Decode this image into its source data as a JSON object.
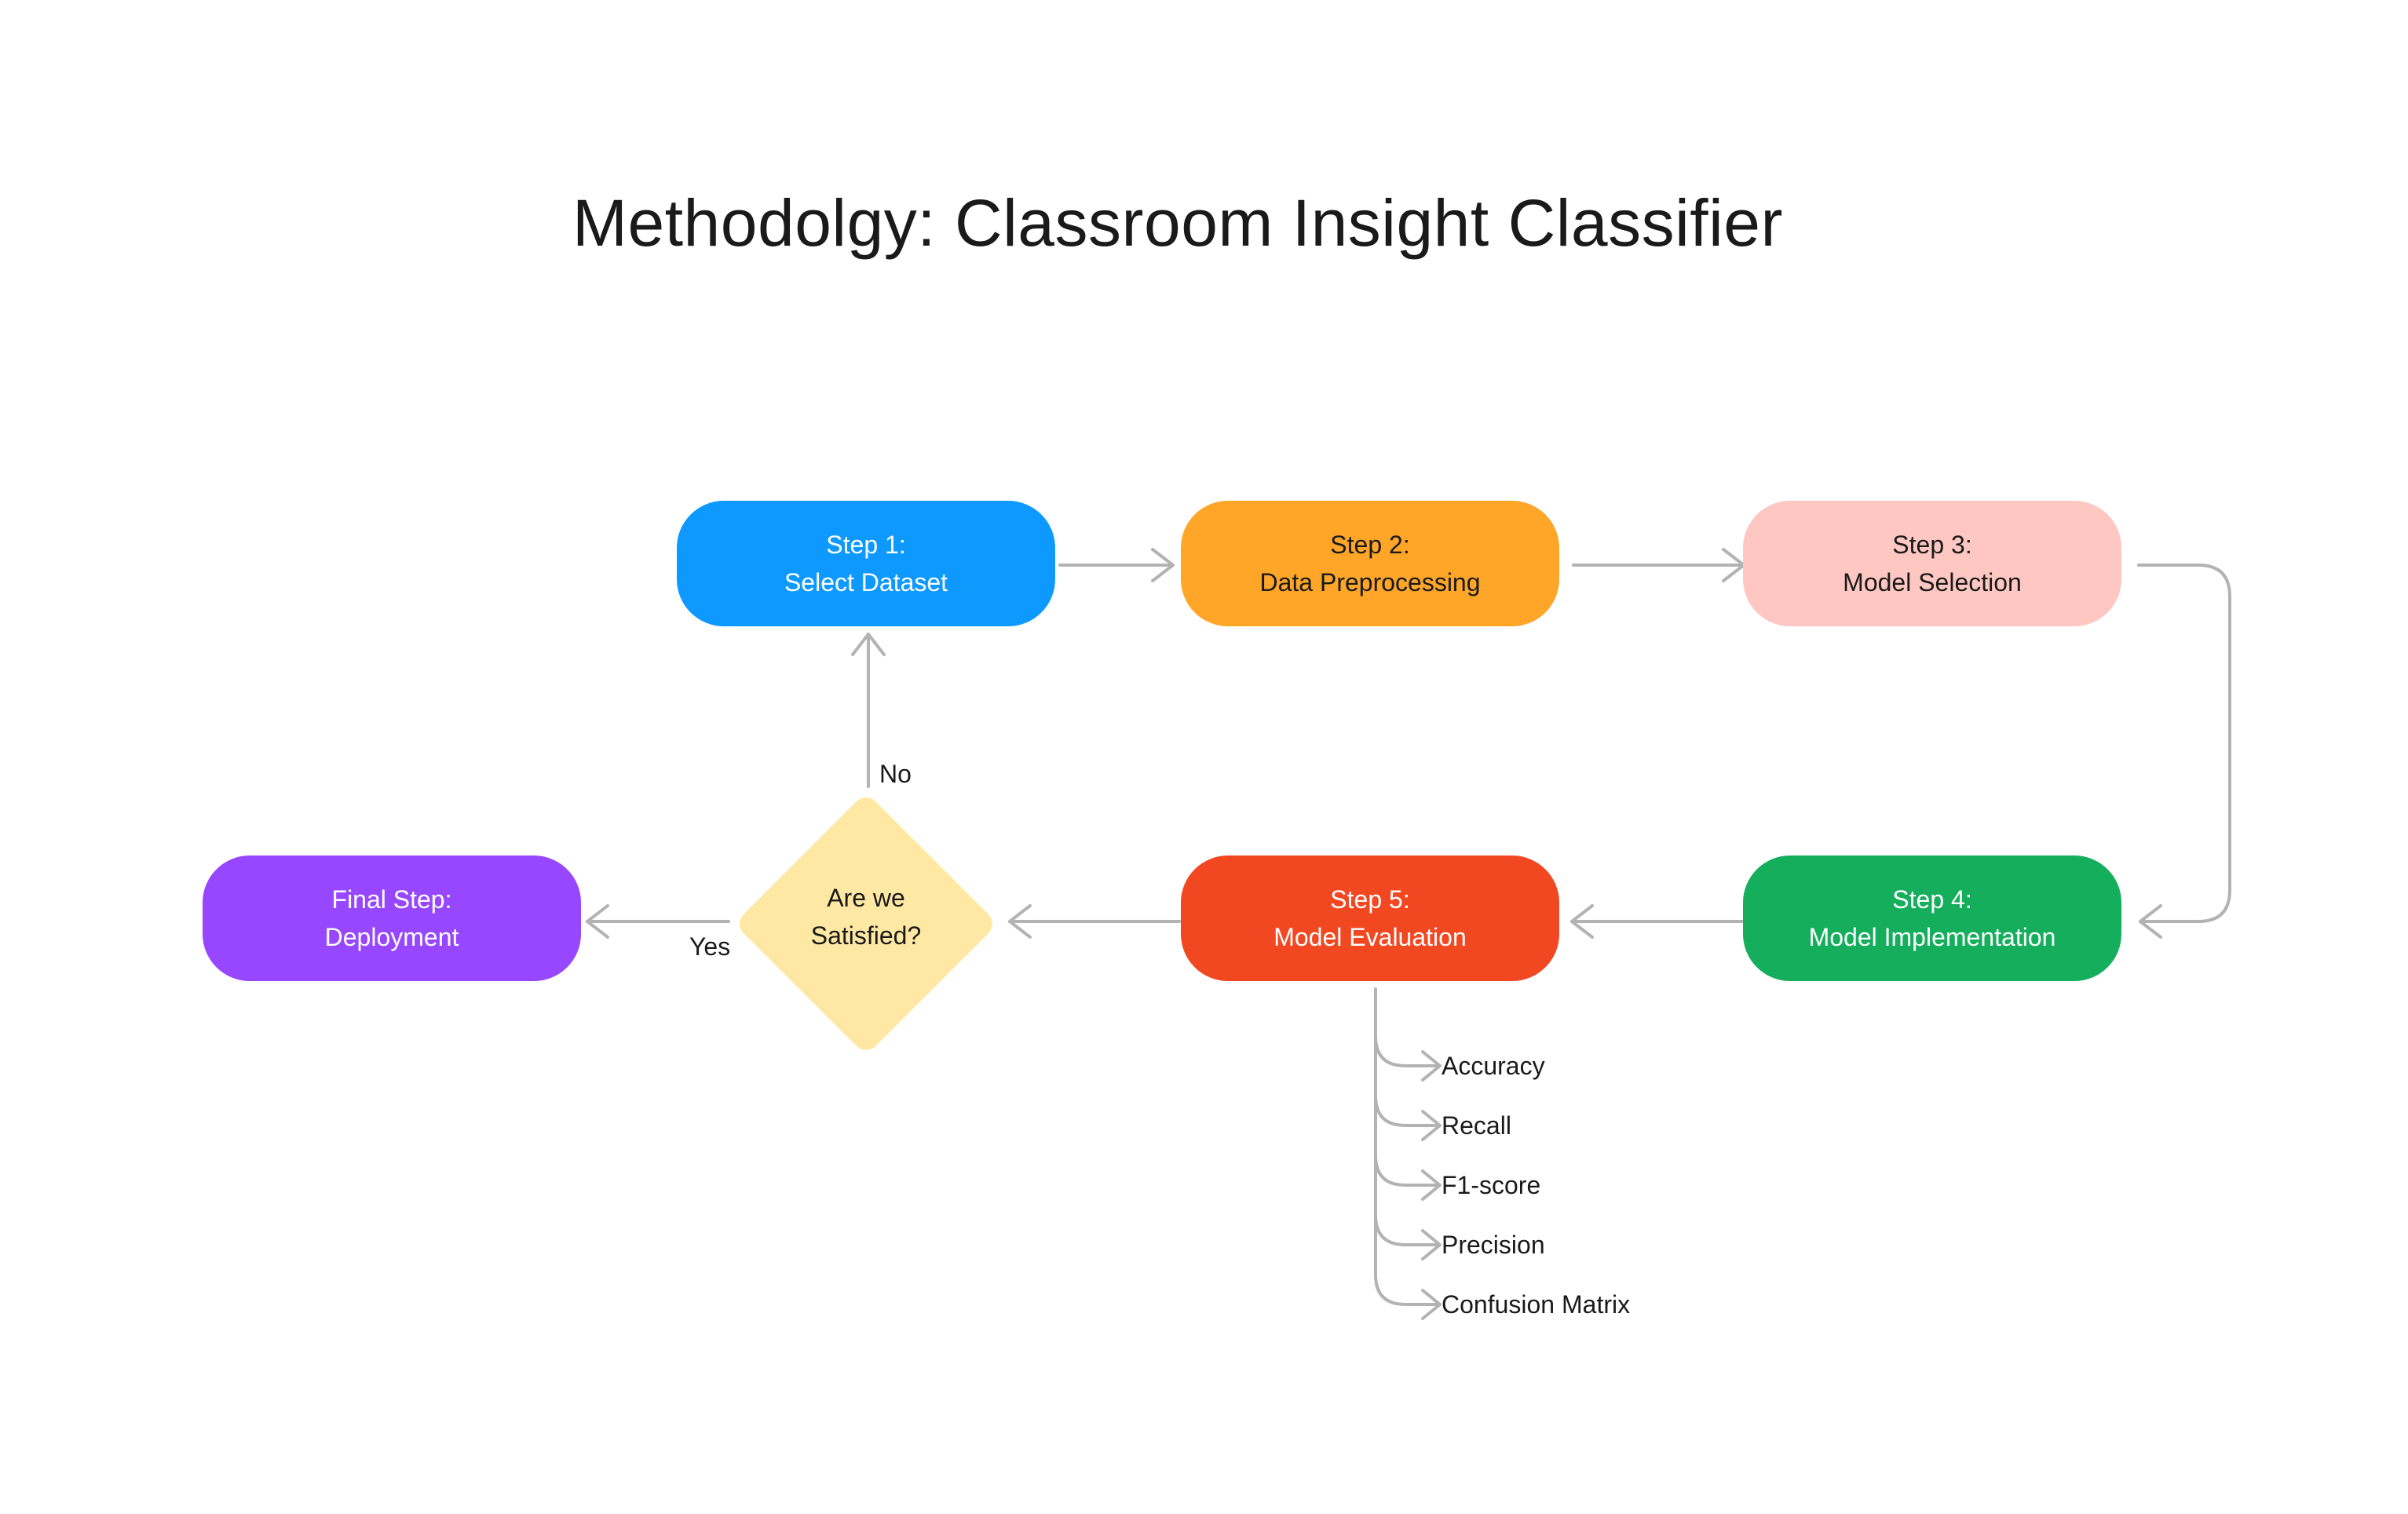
{
  "title": "Methodolgy: Classroom Insight Classifier",
  "colors": {
    "step1": "#0D99FF",
    "step2": "#FFA629",
    "step3": "#FFC7C2",
    "step4": "#14AE5C",
    "step5": "#F24822",
    "final": "#9747FF",
    "decision": "#FFE8A3",
    "connector": "#B3B3B3"
  },
  "nodes": {
    "step1": {
      "line1": "Step 1:",
      "line2": "Select Dataset"
    },
    "step2": {
      "line1": "Step 2:",
      "line2": "Data Preprocessing"
    },
    "step3": {
      "line1": "Step 3:",
      "line2": "Model Selection"
    },
    "step4": {
      "line1": "Step 4:",
      "line2": "Model Implementation"
    },
    "step5": {
      "line1": "Step 5:",
      "line2": "Model Evaluation"
    },
    "final": {
      "line1": "Final Step:",
      "line2": "Deployment"
    }
  },
  "decision": {
    "line1": "Are we",
    "line2": "Satisfied?"
  },
  "edge_labels": {
    "no": "No",
    "yes": "Yes"
  },
  "metrics": [
    "Accuracy",
    "Recall",
    "F1-score",
    "Precision",
    "Confusion Matrix"
  ]
}
